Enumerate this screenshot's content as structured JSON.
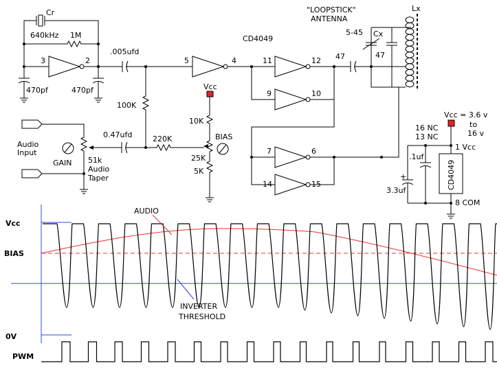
{
  "schematic": {
    "crystal": {
      "name": "Cr",
      "freq": "640kHz"
    },
    "feedback_resistor": "1M",
    "osc_pin_in": "3",
    "osc_pin_out": "2",
    "osc_cap_left": "470pf",
    "osc_cap_right": "470pf",
    "coupling_cap": ".005ufd",
    "r_100k": "100K",
    "chip_name": "CD4049",
    "inv1_pins": [
      "5",
      "4"
    ],
    "inv2_pins": [
      "11",
      "12"
    ],
    "inv3_pins": [
      "9",
      "10"
    ],
    "inv4_pins": [
      "7",
      "6"
    ],
    "inv5_pins": [
      "14",
      "15"
    ],
    "vcc_label": "Vcc",
    "r_10k": "10K",
    "bias_label": "BIAS",
    "pot_25k": "25K",
    "r_5k": "5K",
    "audio_input_label": [
      "Audio",
      "Input"
    ],
    "gain_label": "GAIN",
    "audio_pot": [
      "51k",
      "Audio",
      "Taper"
    ],
    "input_cap": "0.47ufd",
    "r_220k": "220K",
    "antenna_label": [
      "\"LOOPSTICK\"",
      "ANTENNA"
    ],
    "lx_label": "Lx",
    "cx_label": "Cx",
    "cx_range": "5-45",
    "cap_47_series": "47",
    "cap_47_tank": "47",
    "power": {
      "vcc_spec": [
        "Vcc = 3.6 v",
        "to",
        "16 v"
      ],
      "nc_16": "16  NC",
      "nc_13": "13  NC",
      "pin1": "1  Vcc",
      "pin8": "8  COM",
      "cap_bypass": ".1uf",
      "cap_bulk": "3.3uf",
      "plus": "+",
      "chip": "CD4049"
    }
  },
  "waveform": {
    "label_vcc": "Vcc",
    "label_bias": "BIAS",
    "label_0v": "0V",
    "label_pwm": "PWM",
    "audio_label": "AUDIO",
    "threshold_label": [
      "INVERTER",
      "THRESHOLD"
    ],
    "colors": {
      "audio": "#e83030",
      "bias": "#e83030",
      "threshold": "#3344dd",
      "axis": "#3344dd"
    },
    "cycles": 17
  }
}
